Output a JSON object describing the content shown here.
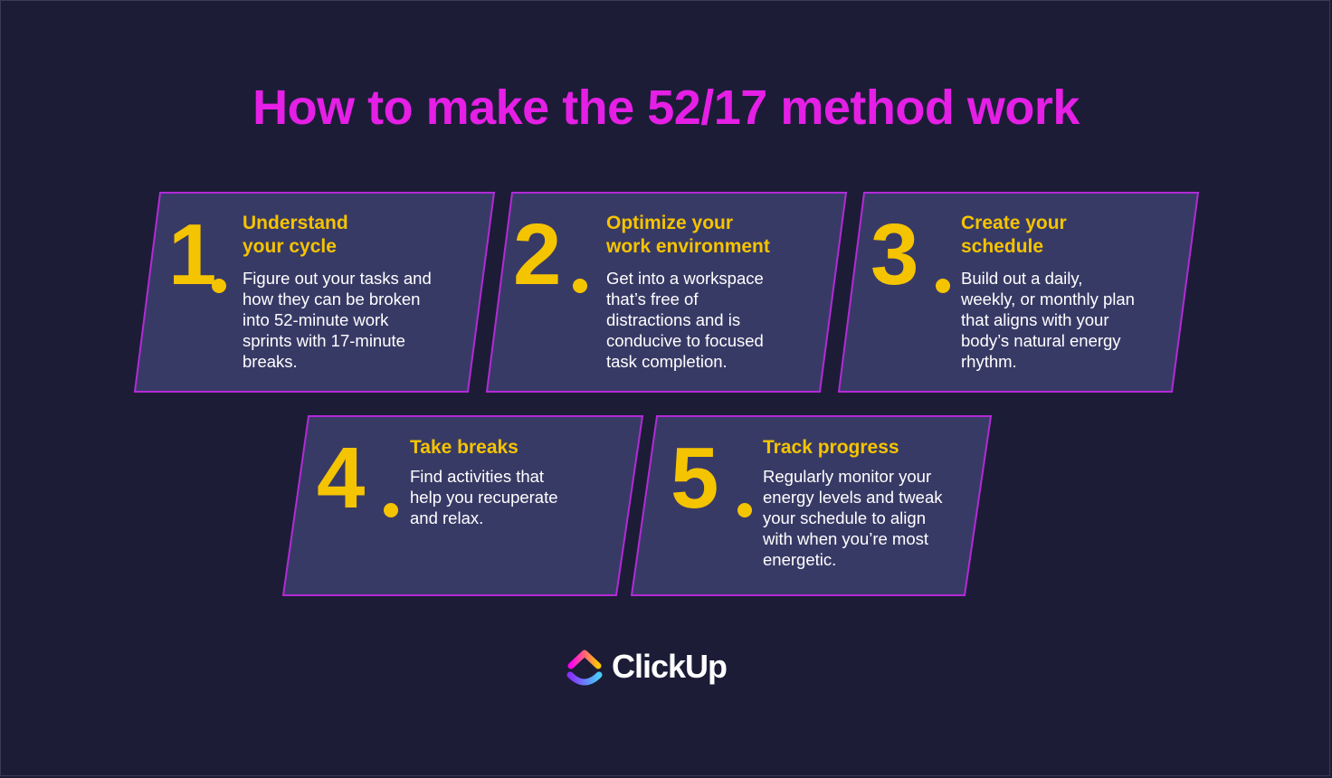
{
  "title": "How to make the 52/17 method work",
  "colors": {
    "background": "#1c1c37",
    "title": "#e51fe5",
    "card_fill": "#383a66",
    "card_border": "#b32ad6",
    "accent": "#f5c400",
    "text": "#ffffff"
  },
  "steps": [
    {
      "number": "1",
      "heading_line1": "Understand",
      "heading_line2": "your cycle",
      "desc_lines": [
        "Figure out your tasks and",
        "how they can be broken",
        "into 52-minute work",
        "sprints with 17-minute",
        "breaks."
      ]
    },
    {
      "number": "2",
      "heading_line1": "Optimize your",
      "heading_line2": "work environment",
      "desc_lines": [
        "Get into a workspace",
        "that’s free of",
        "distractions and is",
        "conducive to focused",
        "task completion."
      ]
    },
    {
      "number": "3",
      "heading_line1": "Create your",
      "heading_line2": "schedule",
      "desc_lines": [
        "Build out a daily,",
        "weekly, or monthly plan",
        "that aligns with your",
        "body’s natural energy",
        "rhythm."
      ]
    },
    {
      "number": "4",
      "heading_line1": "Take breaks",
      "desc_lines": [
        "Find activities that",
        "help you recuperate",
        "and relax."
      ]
    },
    {
      "number": "5",
      "heading_line1": "Track progress",
      "desc_lines": [
        "Regularly monitor your",
        "energy levels and tweak",
        "your schedule to align",
        "with when you’re most",
        "energetic."
      ]
    }
  ],
  "logo": {
    "text": "ClickUp",
    "icon": "clickup-logo-icon"
  }
}
